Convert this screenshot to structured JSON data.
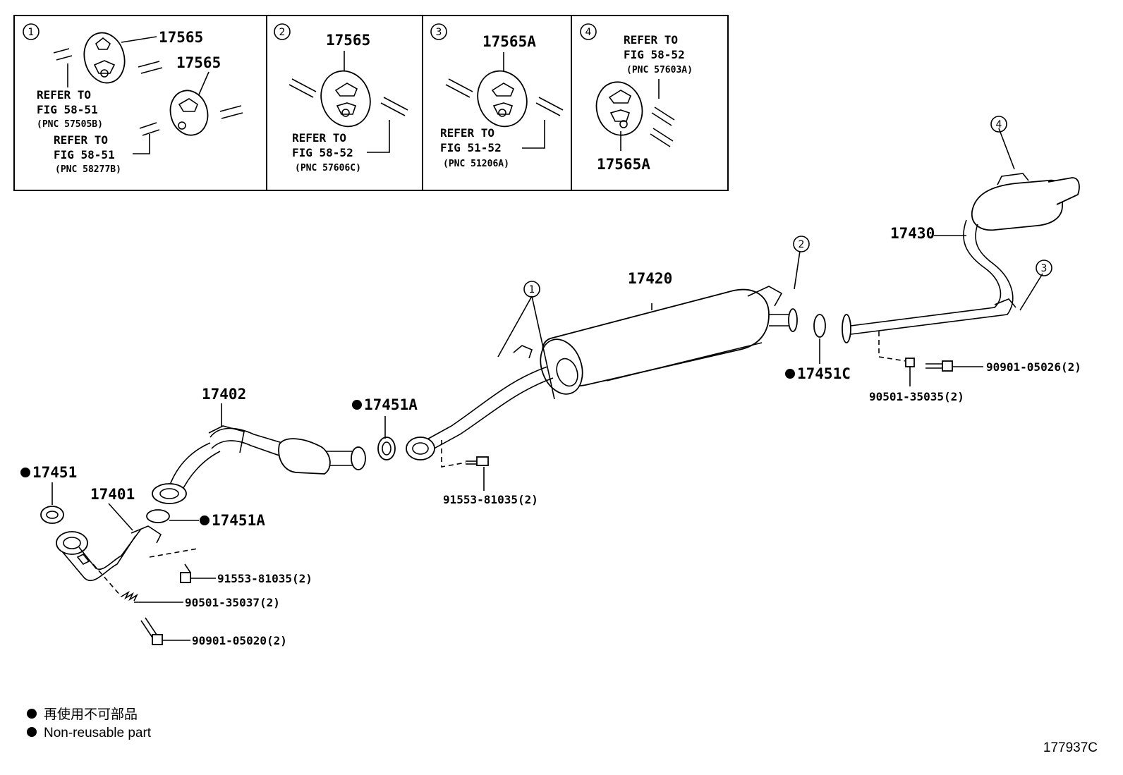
{
  "callouts": {
    "c1": "1",
    "c2": "2",
    "c3": "3",
    "c4": "4"
  },
  "insets": {
    "i1": {
      "num": "1",
      "part_a": "17565",
      "part_b": "17565",
      "ref1_line1": "REFER TO",
      "ref1_line2": "FIG 58-51",
      "ref1_pnc": "(PNC 57505B)",
      "ref2_line1": "REFER TO",
      "ref2_line2": "FIG 58-51",
      "ref2_pnc": "(PNC 58277B)"
    },
    "i2": {
      "num": "2",
      "part": "17565",
      "ref_line1": "REFER TO",
      "ref_line2": "FIG 58-52",
      "ref_pnc": "(PNC 57606C)"
    },
    "i3": {
      "num": "3",
      "part": "17565A",
      "ref_line1": "REFER TO",
      "ref_line2": "FIG 51-52",
      "ref_pnc": "(PNC 51206A)"
    },
    "i4": {
      "num": "4",
      "part": "17565A",
      "ref_line1": "REFER TO",
      "ref_line2": "FIG 58-52",
      "ref_pnc": "(PNC 57603A)"
    }
  },
  "parts": {
    "p17420": "17420",
    "p17430": "17430",
    "p17402": "17402",
    "p17401": "17401",
    "p17451": "17451",
    "p17451a_upper": "17451A",
    "p17451a_lower": "17451A",
    "p17451c": "17451C",
    "b90901_05026": "90901-05026(2)",
    "n90501_35035": "90501-35035(2)",
    "b91553_81035_mid": "91553-81035(2)",
    "b91553_81035_low": "91553-81035(2)",
    "s90501_35037": "90501-35037(2)",
    "b90901_05020": "90901-05020(2)"
  },
  "legend": {
    "jp": "再使用不可部品",
    "en": "Non-reusable part"
  },
  "figure_id": "177937C"
}
